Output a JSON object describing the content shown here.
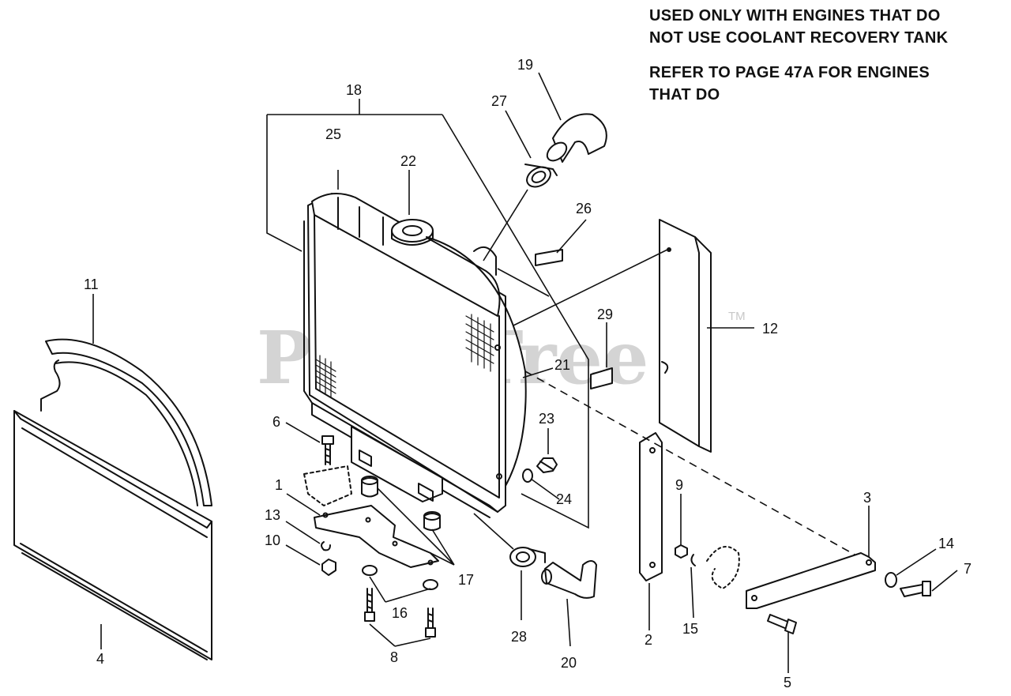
{
  "notes": {
    "line1": "USED ONLY WITH ENGINES THAT DO",
    "line2": "NOT USE COOLANT RECOVERY TANK",
    "line3": "REFER TO PAGE 47A FOR ENGINES",
    "line4": "THAT DO"
  },
  "watermark": {
    "text": "PartsTree",
    "tm": "TM"
  },
  "callouts": {
    "c1": "1",
    "c2": "2",
    "c3": "3",
    "c4": "4",
    "c5": "5",
    "c6": "6",
    "c7": "7",
    "c8": "8",
    "c9": "9",
    "c10": "10",
    "c11": "11",
    "c12": "12",
    "c13": "13",
    "c14": "14",
    "c15": "15",
    "c16": "16",
    "c17": "17",
    "c18": "18",
    "c19": "19",
    "c20": "20",
    "c21": "21",
    "c22": "22",
    "c23": "23",
    "c24": "24",
    "c25": "25",
    "c26": "26",
    "c27": "27",
    "c28": "28",
    "c29": "29"
  }
}
